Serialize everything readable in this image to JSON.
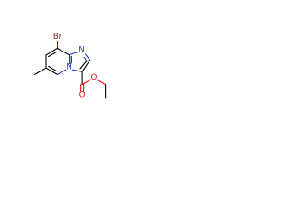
{
  "molecule": {
    "atoms": {
      "bromine": {
        "label": "Br",
        "color": "#7a1f12"
      },
      "imidazole_nitrogen": {
        "label": "N",
        "color": "#1f3fcc"
      },
      "bridgehead_nitrogen": {
        "label": "N",
        "color": "#1f3fcc"
      },
      "carbonyl_oxygen": {
        "label": "O",
        "color": "#e5101a"
      },
      "ester_oxygen": {
        "label": "O",
        "color": "#e5101a"
      }
    }
  }
}
